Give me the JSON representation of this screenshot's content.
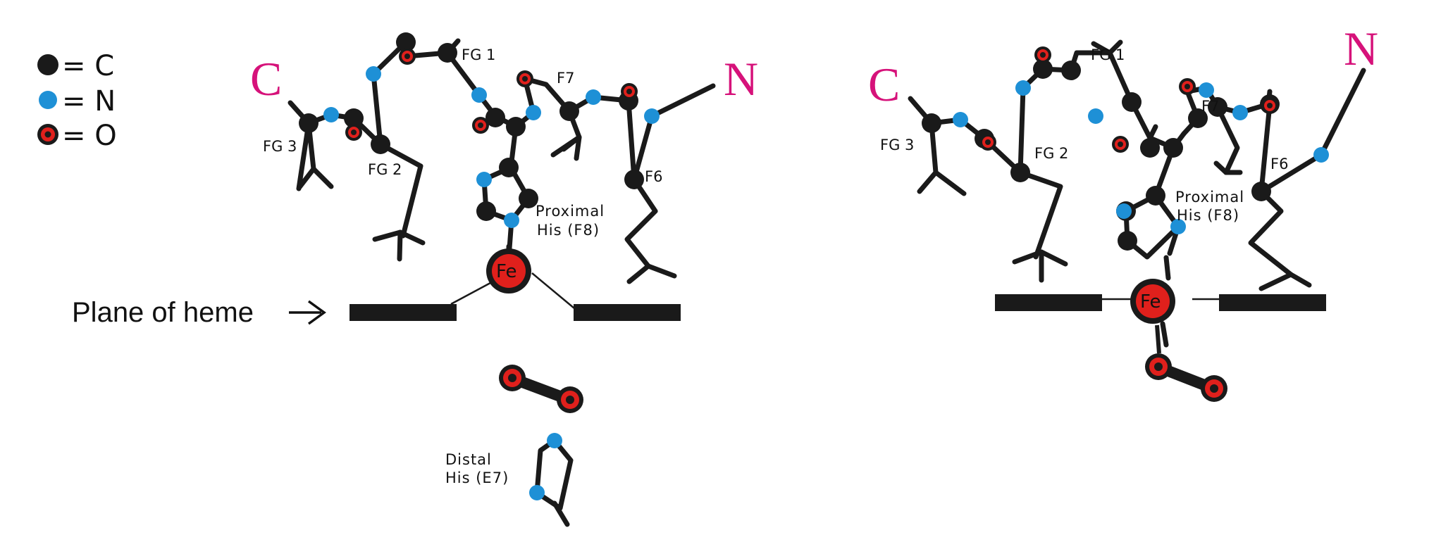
{
  "legend": {
    "carbon": "= C",
    "nitrogen": "= N",
    "oxygen": "= O"
  },
  "colors": {
    "carbon": "#1a1a1a",
    "nitrogen": "#1e90d6",
    "oxygen": "#e0201c",
    "terminus": "#d6127a",
    "bond": "#1a1a1a"
  },
  "left_panel": {
    "c_terminus": "C",
    "n_terminus": "N",
    "fg1": "FG 1",
    "fg2": "FG 2",
    "fg3": "FG 3",
    "f7": "F7",
    "f6": "F6",
    "proximal_line1": "Proximal",
    "proximal_line2": "His (F8)",
    "iron": "Fe",
    "plane_label": "Plane of heme",
    "distal_line1": "Distal",
    "distal_line2": "His (E7)"
  },
  "right_panel": {
    "c_terminus": "C",
    "n_terminus": "N",
    "fg1": "FG 1",
    "fg2": "FG 2",
    "fg3": "FG 3",
    "f7": "F7",
    "f6": "F6",
    "proximal_line1": "Proximal",
    "proximal_line2": "His (F8)",
    "iron": "Fe"
  }
}
